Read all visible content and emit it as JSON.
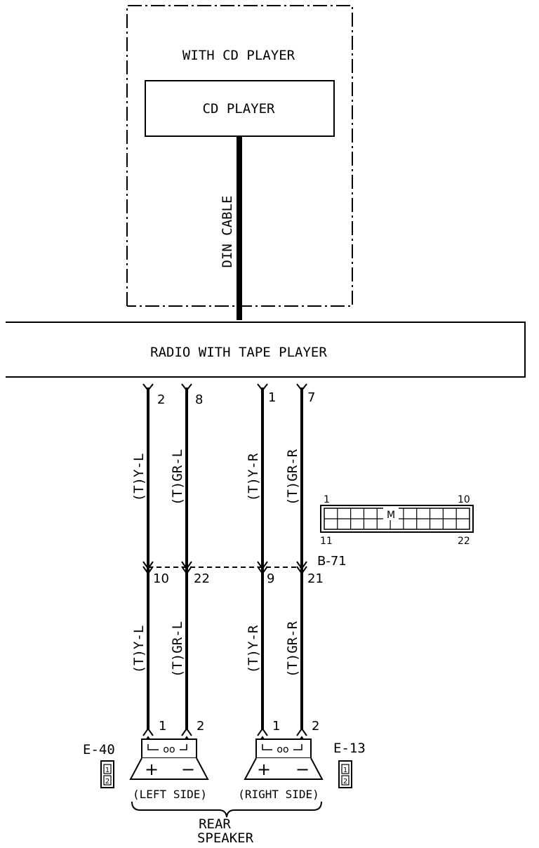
{
  "cd_section": {
    "group_label": "WITH CD PLAYER",
    "unit_label": "CD PLAYER",
    "cable_label": "DIN CABLE"
  },
  "radio": {
    "label": "RADIO WITH TAPE PLAYER"
  },
  "wires": [
    {
      "radio_pin": "2",
      "upper_label": "(T)Y-L",
      "conn_pin": "10",
      "lower_label": "(T)Y-L",
      "speaker_pin": "1"
    },
    {
      "radio_pin": "8",
      "upper_label": "(T)GR-L",
      "conn_pin": "22",
      "lower_label": "(T)GR-L",
      "speaker_pin": "2"
    },
    {
      "radio_pin": "1",
      "upper_label": "(T)Y-R",
      "conn_pin": "9",
      "lower_label": "(T)Y-R",
      "speaker_pin": "1"
    },
    {
      "radio_pin": "7",
      "upper_label": "(T)GR-R",
      "conn_pin": "21",
      "lower_label": "(T)GR-R",
      "speaker_pin": "2"
    }
  ],
  "connector_b71": {
    "id": "B-71",
    "pin_top_left": "1",
    "pin_top_right": "10",
    "pin_bottom_left": "11",
    "pin_bottom_right": "22",
    "key_mark": "M"
  },
  "speakers": [
    {
      "connector": "E-40",
      "side_label": "(LEFT SIDE)",
      "plus": "+",
      "minus": "−",
      "coil": "oo",
      "icon_pins": [
        "1",
        "2"
      ]
    },
    {
      "connector": "E-13",
      "side_label": "(RIGHT SIDE)",
      "plus": "+",
      "minus": "−",
      "coil": "oo",
      "icon_pins": [
        "1",
        "2"
      ]
    }
  ],
  "group_label": {
    "line1": "REAR",
    "line2": "SPEAKER"
  }
}
